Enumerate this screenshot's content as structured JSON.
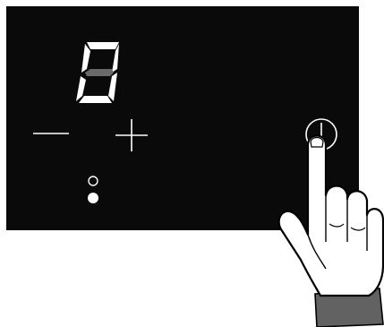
{
  "cooktop": {
    "display_digit": "0",
    "controls": {
      "minus_icon": "minus-icon",
      "plus_icon": "plus-icon",
      "power_icon": "power-icon"
    },
    "indicators": {
      "top_dot": "off",
      "bottom_dot": "on"
    }
  },
  "colors": {
    "panel": "#0a0a0a",
    "segment_on": "#ffffff",
    "segment_dim": "#6a6a6a",
    "hand_fill": "#ffffff",
    "hand_outline": "#000000",
    "sleeve": "#626262"
  }
}
